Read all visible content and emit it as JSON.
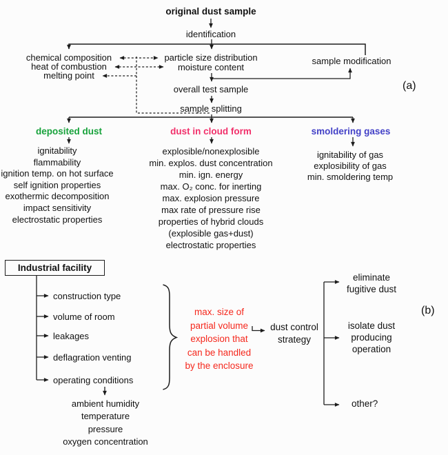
{
  "colors": {
    "deposited": "#17a23b",
    "cloud": "#f12f6a",
    "smoldering": "#4341c7",
    "note_red": "#f5281d"
  },
  "part_a": {
    "label": "(a)",
    "root": "original dust sample",
    "identification": "identification",
    "preliminary_tests": [
      "chemical composition",
      "heat of combustion",
      "melting point"
    ],
    "sample_tests": [
      "particle size distribution",
      "moisture content"
    ],
    "sample_modification": "sample modification",
    "overall_test_sample": "overall test sample",
    "sample_splitting": "sample splitting",
    "branches": [
      {
        "title": "deposited dust",
        "items": [
          "ignitability",
          "flammability",
          "ignition temp. on hot surface",
          "self ignition properties",
          "exothermic decomposition",
          "impact sensitivity",
          "electrostatic properties"
        ]
      },
      {
        "title": "dust in cloud form",
        "items": [
          "explosible/nonexplosible",
          "min. explos. dust concentration",
          "min. ign. energy",
          "max. O₂ conc. for inerting",
          "max. explosion pressure",
          "max rate of pressure rise",
          "properties of hybrid clouds",
          "(explosible gas+dust)",
          "electrostatic properties"
        ]
      },
      {
        "title": "smoldering gases",
        "items": [
          "ignitability of gas",
          "explosibility of gas",
          "min. smoldering temp"
        ]
      }
    ]
  },
  "part_b": {
    "label": "(b)",
    "facility": "Industrial facility",
    "factors": [
      "construction type",
      "volume of room",
      "leakages",
      "deflagration venting",
      "operating conditions"
    ],
    "ambient_conditions": [
      "ambient humidity",
      "temperature",
      "pressure",
      "oxygen concentration"
    ],
    "note_lines": [
      "max. size of",
      "partial volume",
      "explosion that",
      "can be handled",
      "by the enclosure"
    ],
    "strategy_lines": [
      "dust control",
      "strategy"
    ],
    "options": [
      "eliminate fugitive dust",
      "isolate dust producing operation",
      "other?"
    ]
  }
}
